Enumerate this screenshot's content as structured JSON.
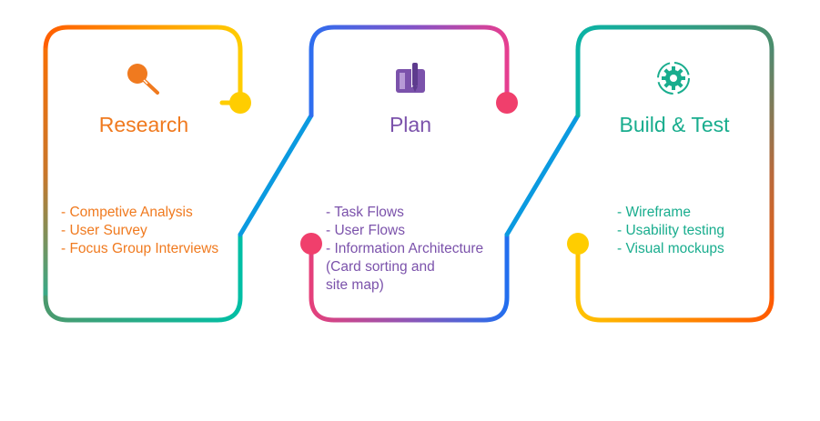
{
  "colors": {
    "orange": "#f07a1f",
    "purple": "#7b52ab",
    "teal": "#19ad8e",
    "yellow": "#ffcd00",
    "pink": "#f03f6c",
    "blue": "#1f6ff0",
    "sky": "#0b9ae0"
  },
  "steps": [
    {
      "title": "Research",
      "icon": "magnifier-icon",
      "items": [
        "- Competive Analysis",
        "- User Survey",
        "- Focus Group Interviews"
      ]
    },
    {
      "title": "Plan",
      "icon": "clipboard-pen-icon",
      "items": [
        "- Task Flows",
        "- User Flows",
        "- Information Architecture",
        "(Card sorting and",
        "site map)"
      ]
    },
    {
      "title": "Build & Test",
      "icon": "gear-cycle-icon",
      "items": [
        "- Wireframe",
        "- Usability testing",
        "- Visual mockups"
      ]
    }
  ]
}
